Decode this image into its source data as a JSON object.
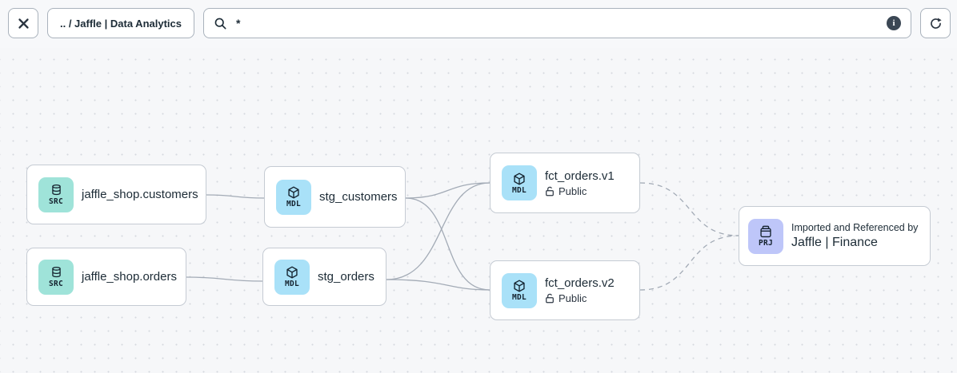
{
  "toolbar": {
    "breadcrumb": ".. / Jaffle | Data Analytics",
    "search_value": "*",
    "info_glyph": "i"
  },
  "graph": {
    "nodes": [
      {
        "badge": "SRC",
        "title": "jaffle_shop.customers"
      },
      {
        "badge": "SRC",
        "title": "jaffle_shop.orders"
      },
      {
        "badge": "MDL",
        "title": "stg_customers"
      },
      {
        "badge": "MDL",
        "title": "stg_orders"
      },
      {
        "badge": "MDL",
        "title": "fct_orders.v1",
        "access": "Public"
      },
      {
        "badge": "MDL",
        "title": "fct_orders.v2",
        "access": "Public"
      },
      {
        "badge": "PRJ",
        "subtitle": "Imported and Referenced by",
        "title": "Jaffle | Finance"
      }
    ]
  },
  "colors": {
    "src_badge": "#9fe3d9",
    "mdl_badge": "#a9e1f8",
    "prj_badge": "#bec6f9",
    "edge": "#a3abb6"
  }
}
